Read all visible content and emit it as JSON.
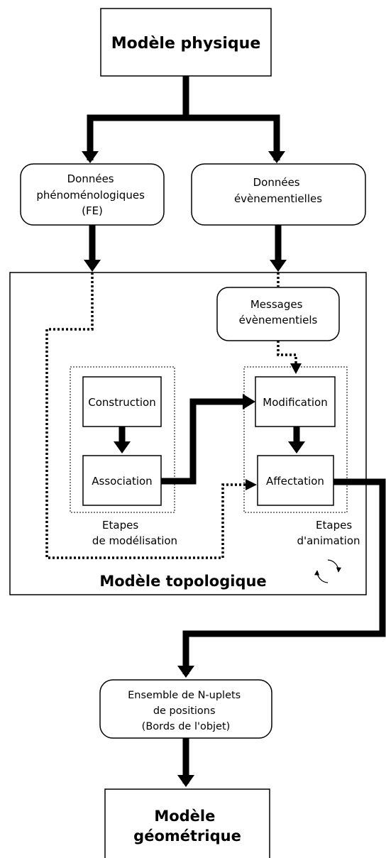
{
  "nodes": {
    "physique": "Modèle physique",
    "pheno": [
      "Données",
      "phénoménologiques",
      "(FE)"
    ],
    "evene": [
      "Données",
      "évènementielles"
    ],
    "messages": [
      "Messages",
      "évènementiels"
    ],
    "construction": "Construction",
    "association": "Association",
    "modification": "Modification",
    "affectation": "Affectation",
    "nuplets": [
      "Ensemble de N-uplets",
      "de positions",
      "(Bords de l'objet)"
    ],
    "geometrique": [
      "Modèle",
      "géométrique"
    ]
  },
  "labels": {
    "etapes_modelisation": [
      "Etapes",
      "de modélisation"
    ],
    "etapes_animation": [
      "Etapes",
      "d'animation"
    ],
    "topologique": "Modèle topologique"
  },
  "icons": [
    "cycle-icon"
  ]
}
